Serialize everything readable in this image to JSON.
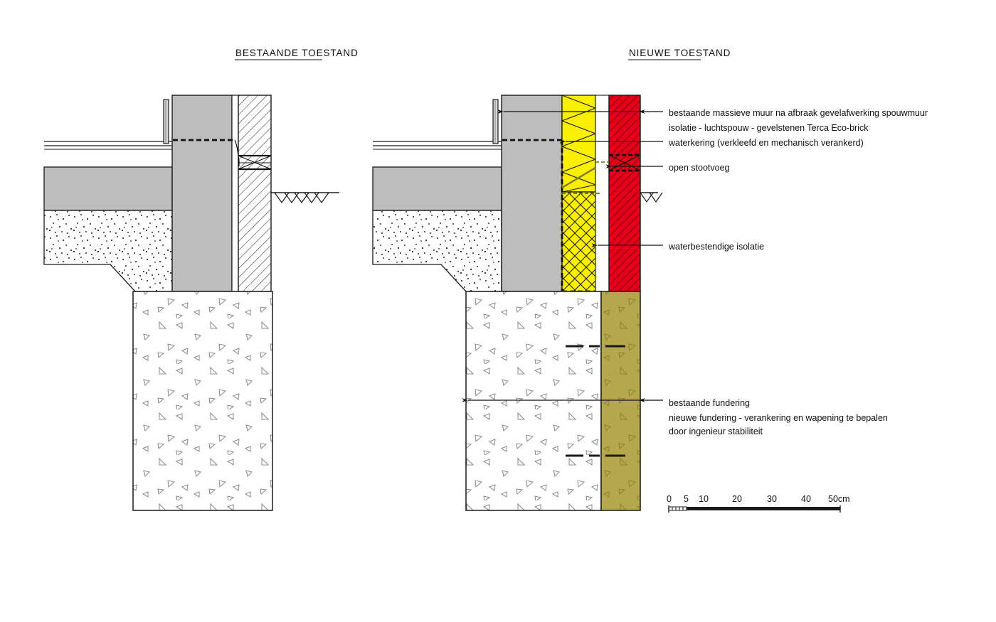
{
  "document": {
    "type": "architectural-detail-section",
    "language": "nl",
    "background": "#ffffff"
  },
  "titles": {
    "left": "BESTAANDE TOESTAND",
    "right": "NIEUWE TOESTAND"
  },
  "annotations": [
    {
      "id": "massive-wall",
      "lines": [
        "bestaande massieve muur na afbraak gevelafwerking spouwmuur",
        "isolatie - luchtspouw - gevelstenen Terca Eco-brick"
      ]
    },
    {
      "id": "waterkering",
      "lines": [
        "waterkering (verkleefd en mechanisch verankerd)"
      ]
    },
    {
      "id": "open-stootvoeg",
      "lines": [
        "open stootvoeg"
      ]
    },
    {
      "id": "waterbestendige-isolatie",
      "lines": [
        "waterbestendige isolatie"
      ]
    },
    {
      "id": "fundering",
      "lines": [
        "bestaande fundering",
        "nieuwe fundering - verankering en wapening te bepalen",
        "door ingenieur stabiliteit"
      ]
    }
  ],
  "scale_bar": {
    "ticks": [
      "0",
      "5",
      "10",
      "20",
      "30",
      "40",
      "50cm"
    ],
    "unit": "cm",
    "max": 50
  },
  "materials": {
    "existing_wall_gray": "#bdbdbd",
    "insulation_yellow": "#faef00",
    "facing_brick_red": "#e2001a",
    "brick_hatch": "#8f0010",
    "new_foundation_khaki": "#b4a74c",
    "concrete_white": "#ffffff",
    "outline": "#1a1a1a",
    "hatch_gray": "#303030"
  },
  "legend_layers": {
    "existing_wall": "bestaande massieve muur",
    "insulation": "waterbestendige isolatie",
    "cavity": "luchtspouw",
    "facing": "gevelstenen Terca Eco-brick",
    "existing_foundation": "bestaande fundering",
    "new_foundation": "nieuwe fundering"
  }
}
